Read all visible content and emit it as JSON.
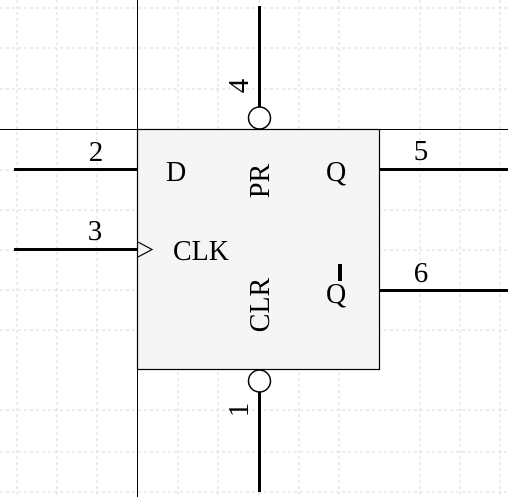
{
  "component": {
    "type": "D flip-flop",
    "inputs": {
      "data": "D",
      "clock": "CLK",
      "preset": "PR",
      "clear": "CLR"
    },
    "outputs": {
      "q": "Q",
      "q_bar": "Q"
    },
    "pins": {
      "d": "2",
      "clk": "3",
      "pr": "4",
      "clr": "1",
      "q": "5",
      "q_bar": "6"
    },
    "colors": {
      "body_fill": "#f5f5f5",
      "line": "#000000",
      "grid": "#d8d8d8",
      "background": "#ffffff"
    }
  }
}
